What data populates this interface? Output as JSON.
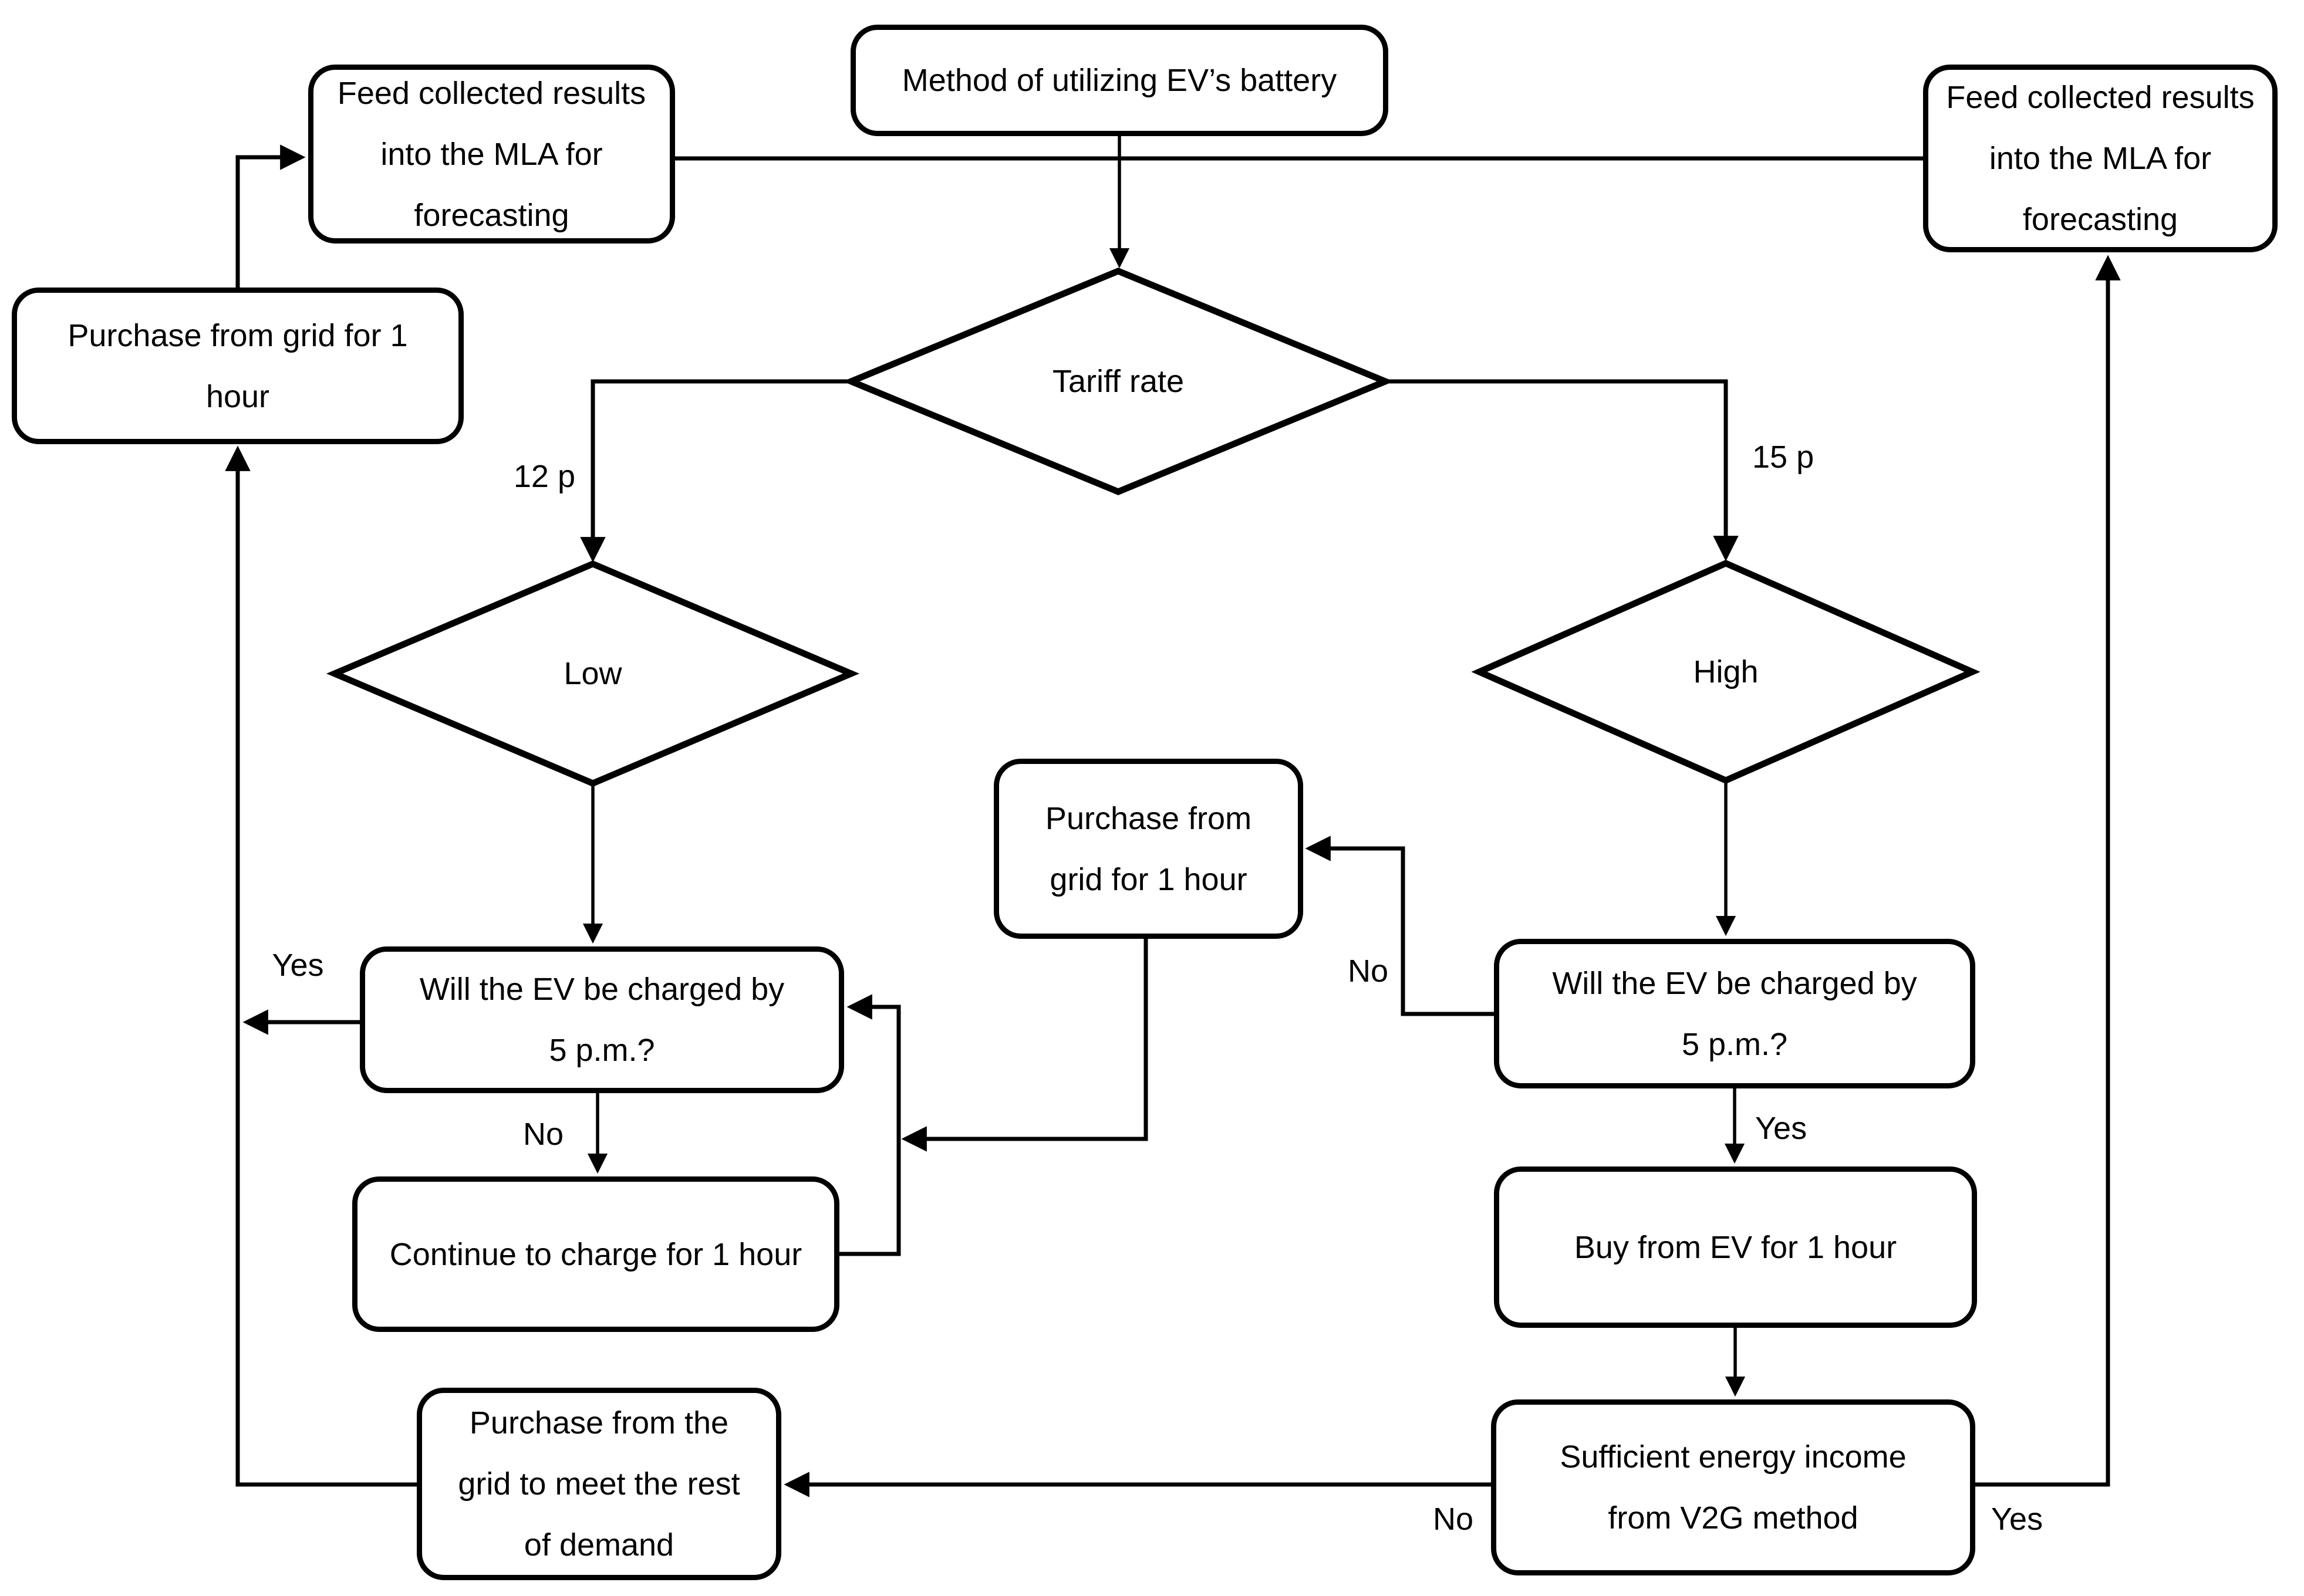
{
  "diagram": {
    "background_color": "#ffffff",
    "line_color": "#000000",
    "nodes": {
      "method": {
        "lines": [
          "Method of utilizing EV’s battery"
        ]
      },
      "feed_left": {
        "lines": [
          "Feed collected results",
          "into the MLA for",
          "forecasting"
        ]
      },
      "feed_right": {
        "lines": [
          "Feed collected results",
          "into the MLA for",
          "forecasting"
        ]
      },
      "purchase_left": {
        "lines": [
          "Purchase from grid for 1",
          "hour"
        ]
      },
      "tariff": {
        "label": "Tariff rate"
      },
      "low": {
        "label": "Low"
      },
      "high": {
        "label": "High"
      },
      "purchase_mid": {
        "lines": [
          "Purchase from",
          "grid for 1 hour"
        ]
      },
      "ev_left": {
        "lines": [
          "Will the EV be charged by",
          "5 p.m.?"
        ]
      },
      "ev_right": {
        "lines": [
          "Will the EV be charged by",
          "5 p.m.?"
        ]
      },
      "continue_charge": {
        "lines": [
          "Continue to charge for 1 hour"
        ]
      },
      "buy_ev": {
        "lines": [
          "Buy from EV for 1 hour"
        ]
      },
      "v2g": {
        "lines": [
          "Sufficient energy income",
          "from V2G method"
        ]
      },
      "purchase_bottom": {
        "lines": [
          "Purchase from the",
          "grid to meet the rest",
          "of demand"
        ]
      }
    },
    "edge_labels": {
      "tariff_low": "12 p",
      "tariff_high": "15 p",
      "ev_left_yes": "Yes",
      "ev_left_no": "No",
      "purchase_mid_no": "No",
      "ev_right_yes": "Yes",
      "v2g_no": "No",
      "v2g_yes": "Yes"
    }
  }
}
